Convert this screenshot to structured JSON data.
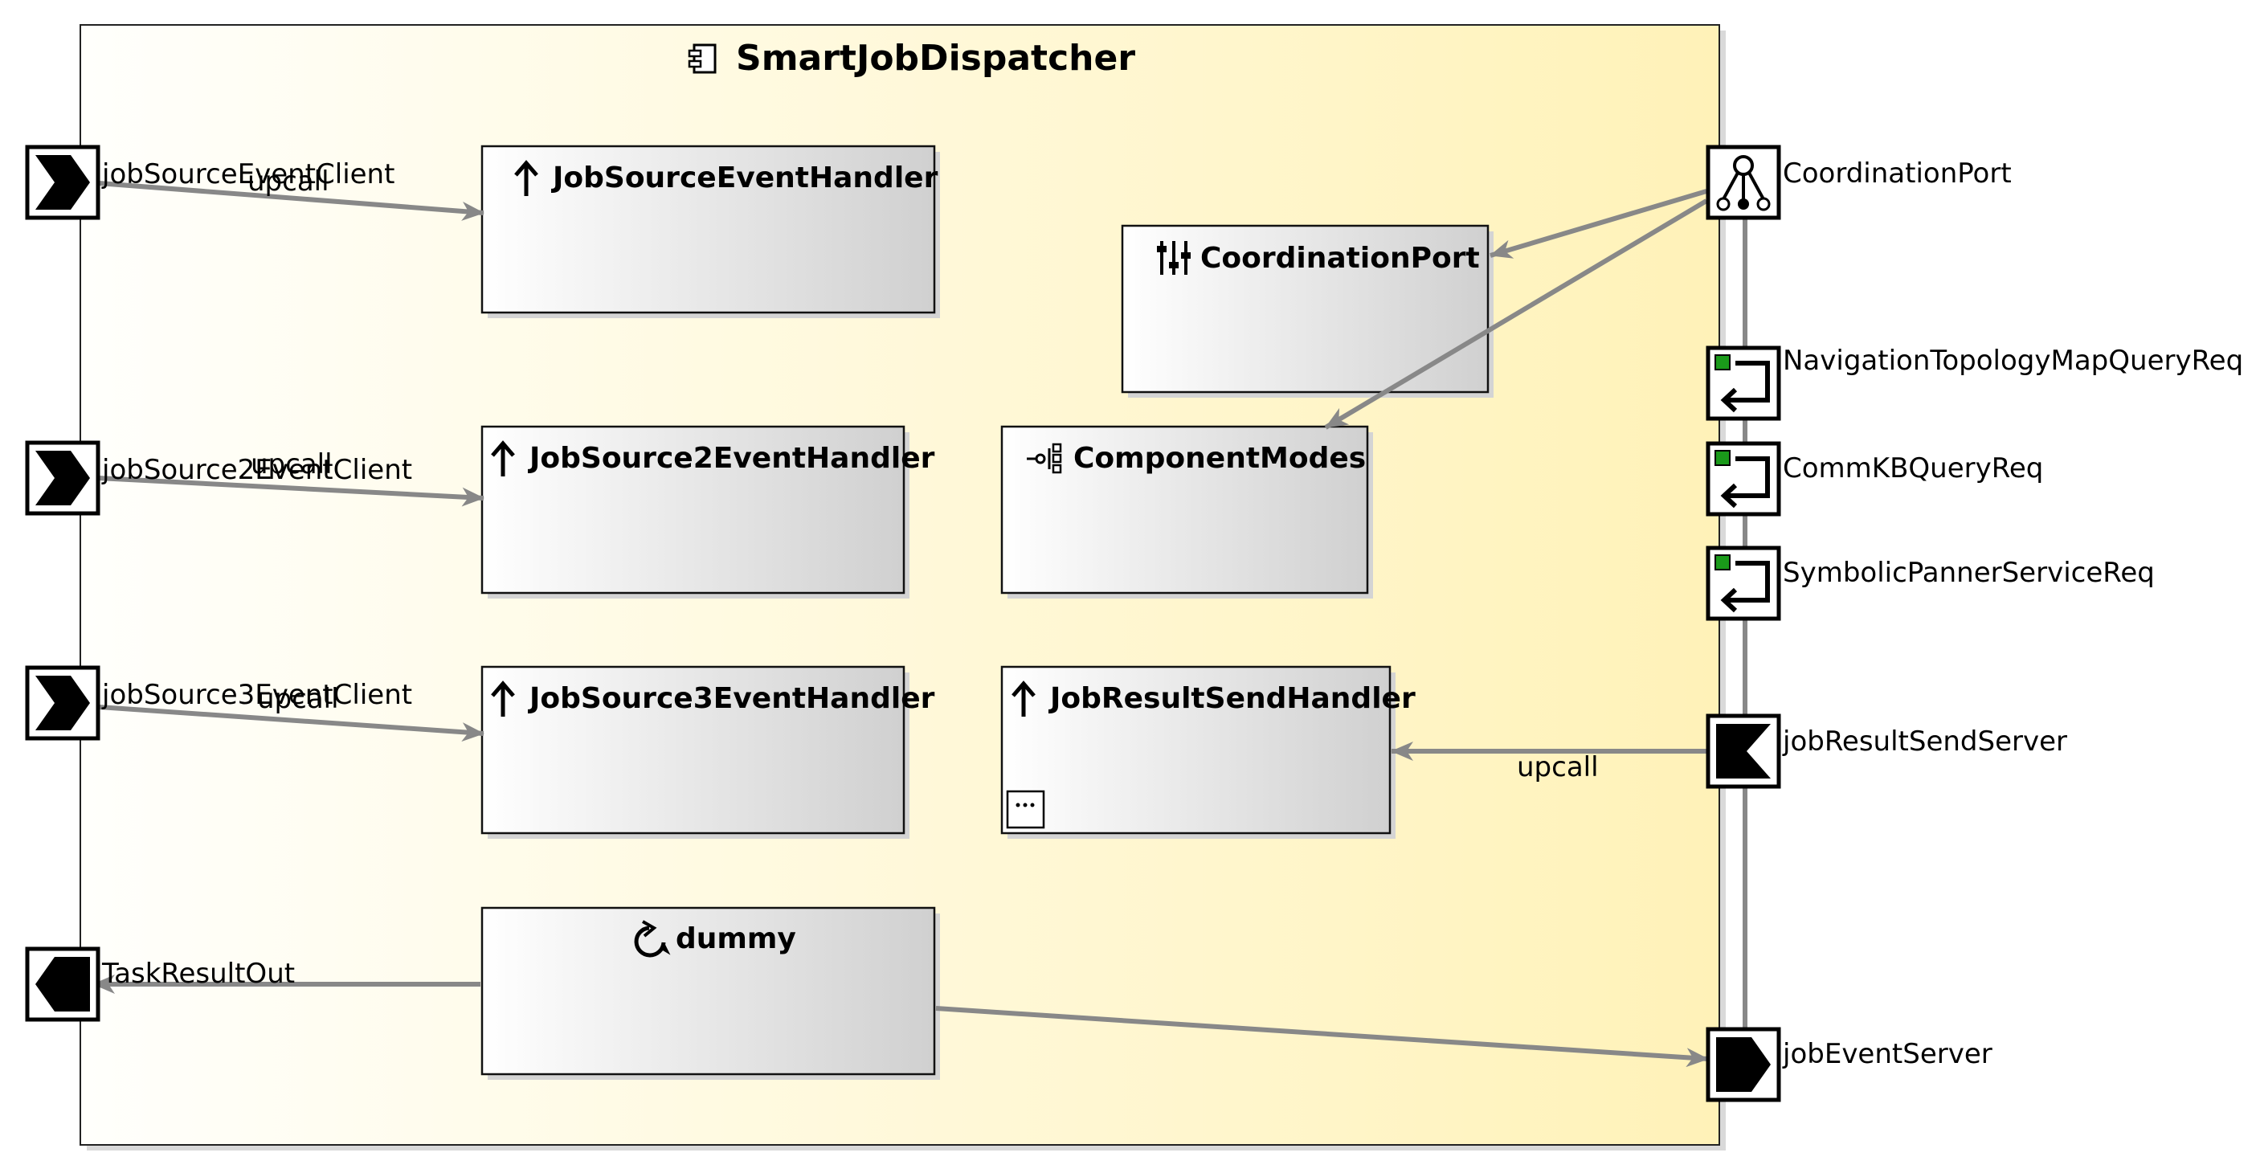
{
  "component": {
    "name": "SmartJobDispatcher",
    "icon": "component-icon",
    "fill_from": "#fffffc",
    "fill_to": "#fff2b8"
  },
  "tasks": [
    {
      "id": "jobsource-handler",
      "name": "JobSourceEventHandler",
      "icon": "upcall-handler-icon"
    },
    {
      "id": "jobsource2-handler",
      "name": "JobSource2EventHandler",
      "icon": "upcall-handler-icon"
    },
    {
      "id": "jobsource3-handler",
      "name": "JobSource3EventHandler",
      "icon": "upcall-handler-icon"
    },
    {
      "id": "dummy-task",
      "name": "dummy",
      "icon": "activity-loop-icon"
    },
    {
      "id": "coordination-port-inner",
      "name": "CoordinationPort",
      "icon": "parameter-sliders-icon"
    },
    {
      "id": "component-modes",
      "name": "ComponentModes",
      "icon": "mode-tree-icon"
    },
    {
      "id": "jobresult-send-handler",
      "name": "JobResultSendHandler",
      "icon": "upcall-handler-icon"
    }
  ],
  "left_ports": [
    {
      "id": "jobsource-event-client",
      "name": "jobSourceEventClient",
      "type": "event-client-icon"
    },
    {
      "id": "jobsource2-event-client",
      "name": "jobSource2EventClient",
      "type": "event-client-icon"
    },
    {
      "id": "jobsource3-event-client",
      "name": "jobSource3EventClient",
      "type": "event-client-icon"
    },
    {
      "id": "task-result-out",
      "name": "TaskResultOut",
      "type": "output-port-icon"
    }
  ],
  "right_ports": [
    {
      "id": "coordination-port",
      "name": "CoordinationPort",
      "type": "coordination-port-icon"
    },
    {
      "id": "navigation-topology-req",
      "name": "NavigationTopologyMapQueryReq",
      "type": "query-client-icon"
    },
    {
      "id": "commkb-query-req",
      "name": "CommKBQueryReq",
      "type": "query-client-icon"
    },
    {
      "id": "symbolic-panner-req",
      "name": "SymbolicPannerServiceReq",
      "type": "query-client-icon"
    },
    {
      "id": "jobresult-send-server",
      "name": "jobResultSendServer",
      "type": "send-server-icon"
    },
    {
      "id": "job-event-server",
      "name": "jobEventServer",
      "type": "event-server-icon"
    }
  ],
  "connections": [
    {
      "id": "conn-jobsource",
      "label": "upcall"
    },
    {
      "id": "conn-jobsource2",
      "label": "upcall"
    },
    {
      "id": "conn-jobsource3",
      "label": "upcall"
    },
    {
      "id": "conn-jobresult",
      "label": "upcall"
    },
    {
      "id": "conn-taskresult",
      "label": ""
    },
    {
      "id": "conn-job-event",
      "label": ""
    },
    {
      "id": "conn-coord-1",
      "label": ""
    },
    {
      "id": "conn-coord-2",
      "label": ""
    }
  ],
  "colors": {
    "edge": "#888888",
    "box_from": "#ffffff",
    "box_to": "#d0d0d0",
    "port_green": "#1a9a1a"
  }
}
